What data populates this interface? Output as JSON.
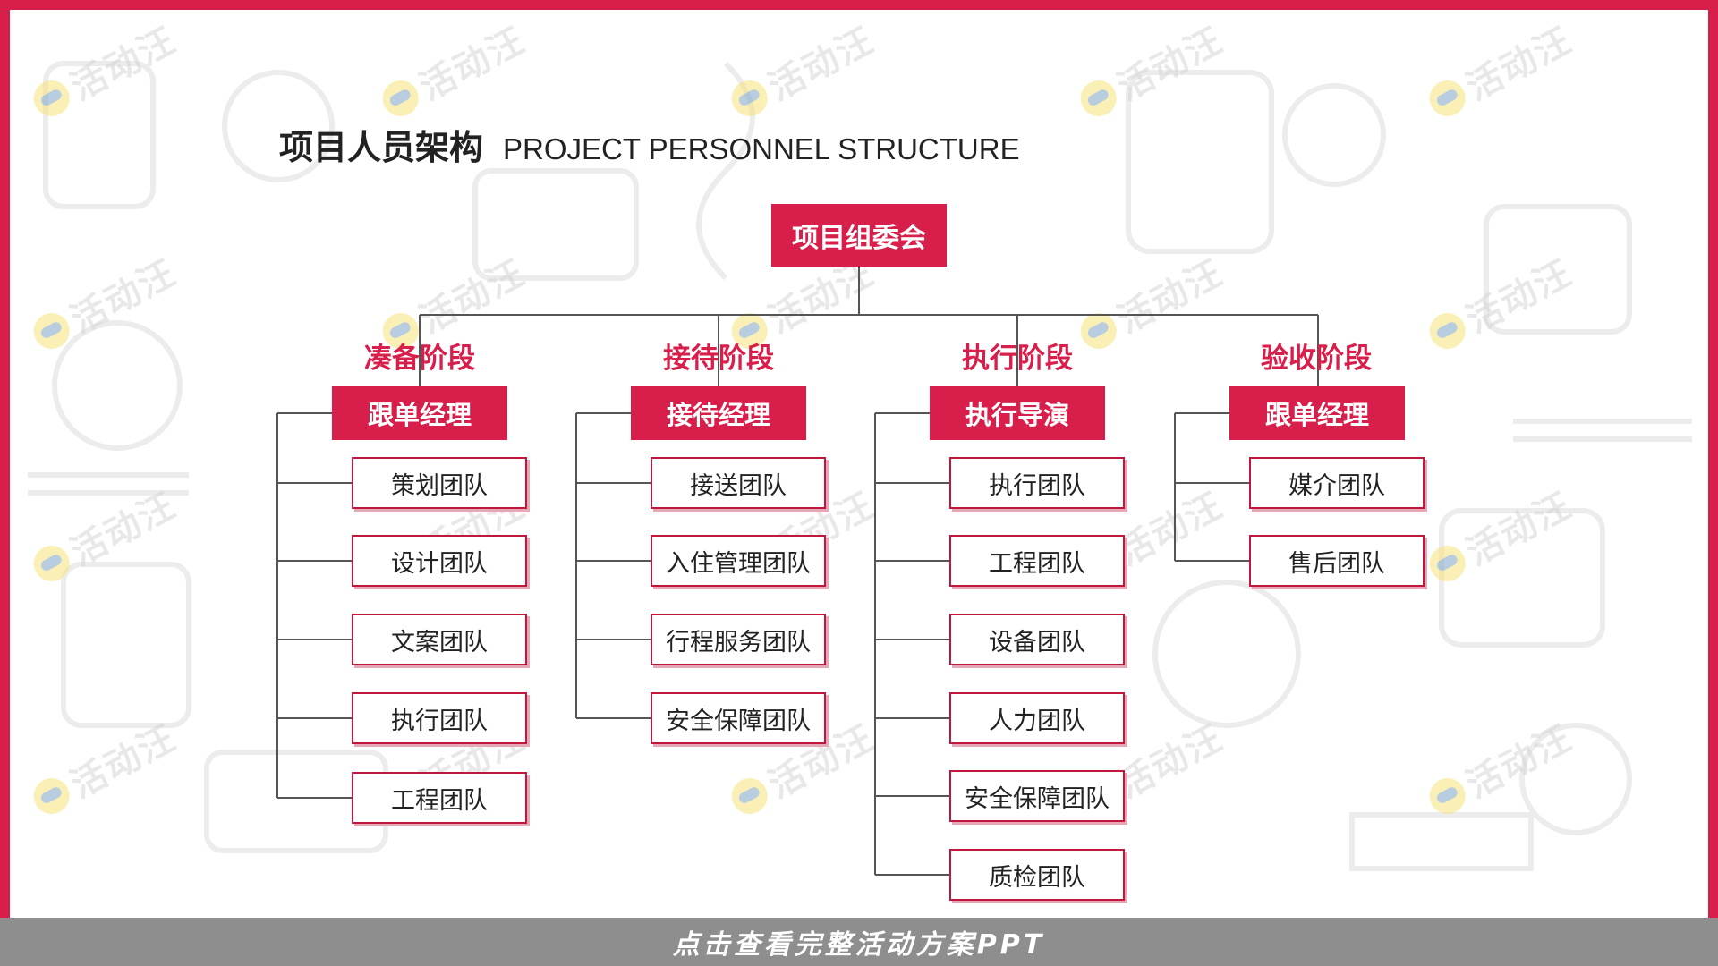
{
  "title": {
    "cn": "项目人员架构",
    "en": "PROJECT PERSONNEL STRUCTURE"
  },
  "root": {
    "label": "项目组委会"
  },
  "watermark_text": "活动汪",
  "columns": [
    {
      "phase": "凑备阶段",
      "manager": "跟单经理",
      "teams": [
        "策划团队",
        "设计团队",
        "文案团队",
        "执行团队",
        "工程团队"
      ]
    },
    {
      "phase": "接待阶段",
      "manager": "接待经理",
      "teams": [
        "接送团队",
        "入住管理团队",
        "行程服务团队",
        "安全保障团队"
      ]
    },
    {
      "phase": "执行阶段",
      "manager": "执行导演",
      "teams": [
        "执行团队",
        "工程团队",
        "设备团队",
        "人力团队",
        "安全保障团队",
        "质检团队"
      ]
    },
    {
      "phase": "验收阶段",
      "manager": "跟单经理",
      "teams": [
        "媒介团队",
        "售后团队"
      ]
    }
  ],
  "footer": {
    "label": "点击查看完整活动方案PPT"
  },
  "colors": {
    "accent": "#d81e4a",
    "line": "#555555",
    "footer_bg": "#8e8e8e"
  }
}
